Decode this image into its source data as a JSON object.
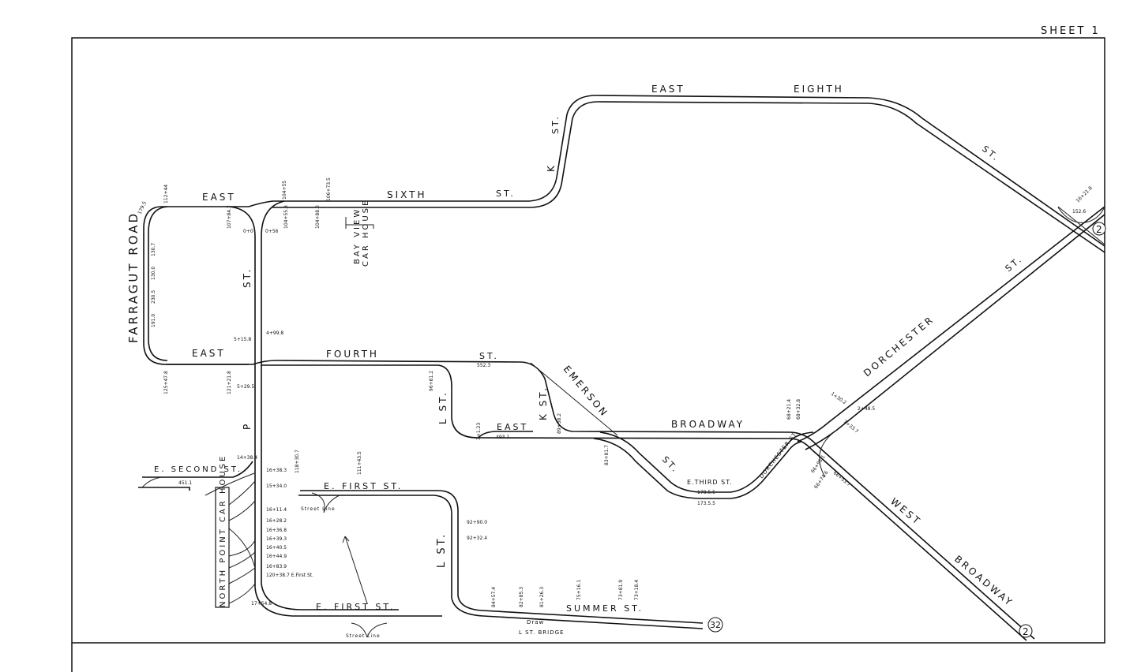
{
  "sheet_label": "SHEET 1",
  "street_labels": [
    "EAST",
    "SIXTH",
    "ST.",
    "K",
    "ST.",
    "EAST",
    "EIGHTH",
    "ST.",
    "FARRAGUT ROAD",
    "ST.",
    "P",
    "BAY VIEW",
    "CAR HOUSE",
    "EAST",
    "FOURTH",
    "ST.",
    "L ST.",
    "K ST.",
    "EAST",
    "BROADWAY",
    "EMERSON",
    "ST.",
    "E.THIRD ST.",
    "DORCHESTER ST.",
    "DORCHESTER",
    "ST.",
    "WEST",
    "BROADWAY",
    "E. SECOND ST.",
    "NORTH POINT CAR HOUSE",
    "E. FIRST ST.",
    "L ST.",
    "E. FIRST ST.",
    "SUMMER ST.",
    "Draw",
    "L ST. BRIDGE",
    "Street Line",
    "Street Line"
  ],
  "station_numbers": [
    "112+44",
    "107+84.7",
    "104+55",
    "104+55.8",
    "106+73.5",
    "104+88.0",
    "0+0",
    "0+56",
    "179.5",
    "130.7",
    "130.0",
    "230.5",
    "191.0",
    "125+47.8",
    "121+21.8",
    "5+15.8",
    "4+99.8",
    "5+29.5",
    "96+81.2",
    "552.3",
    "3+1.23",
    "493.1",
    "89+38.2",
    "83+81.7",
    "68+21.4",
    "68+32.8",
    "178.5.5",
    "173.5.5",
    "451.1",
    "14+38.4",
    "16+38.3",
    "15+34.0",
    "16+11.4",
    "16+28.2",
    "16+36.8",
    "16+39.3",
    "16+40.5",
    "16+44.9",
    "16+83.9",
    "120+38.7 E.First St.",
    "17+54.8",
    "118+30.7",
    "111+43.5",
    "92+90.0",
    "92+32.4",
    "84+57.4",
    "82+85.3",
    "81+26.3",
    "75+16.1",
    "73+81.9",
    "73+18.4",
    "1+30.2",
    "2+48.5",
    "1+33.7",
    "66+53.7",
    "66+95.1",
    "66+74.6",
    "16+21.8",
    "152.6"
  ],
  "route_markers": [
    "2",
    "2",
    "32"
  ]
}
